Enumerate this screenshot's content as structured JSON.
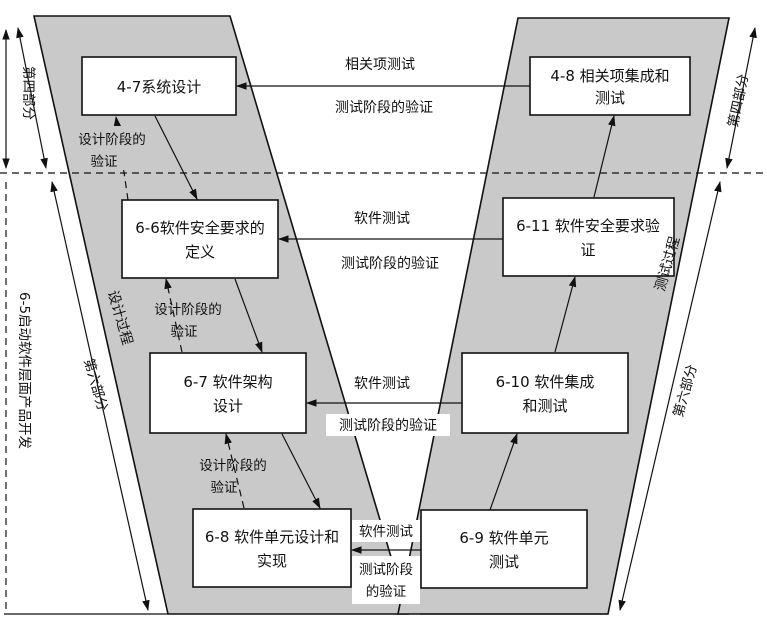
{
  "boxes": {
    "b47": "4-7系统设计",
    "b48": [
      "4-8 相关项集成和",
      "测试"
    ],
    "b66": [
      "6-6软件安全要求的",
      "定义"
    ],
    "b611": [
      "6-11 软件安全要求验",
      "证"
    ],
    "b67": [
      "6-7 软件架构",
      "设计"
    ],
    "b610": [
      "6-10 软件集成",
      "和测试"
    ],
    "b68": [
      "6-8 软件单元设计和",
      "实现"
    ],
    "b69": [
      "6-9 软件单元",
      "测试"
    ]
  },
  "arrows": {
    "related_test": "相关项测试",
    "software_test_1": "软件测试",
    "software_test_2": "软件测试",
    "software_test_3": "软件测试",
    "verify_1": "测试阶段的验证",
    "verify_2": "测试阶段的验证",
    "verify_3": "测试阶段的验证",
    "verify_4": [
      "测试阶段",
      "的验证"
    ],
    "design_verify_1": [
      "设计阶段的",
      "验证"
    ],
    "design_verify_2": [
      "设计阶段的",
      "验证"
    ],
    "design_verify_3": [
      "设计阶段的",
      "验证"
    ]
  },
  "labels": {
    "design_process": "设计过程",
    "test_process": "测试过程",
    "part4_left": "第四部分",
    "part4_right": "第四部分",
    "part6_left": "第六部分",
    "part6_right": "第六部分",
    "start_dev": "6-5启动软件层面产品开发"
  }
}
